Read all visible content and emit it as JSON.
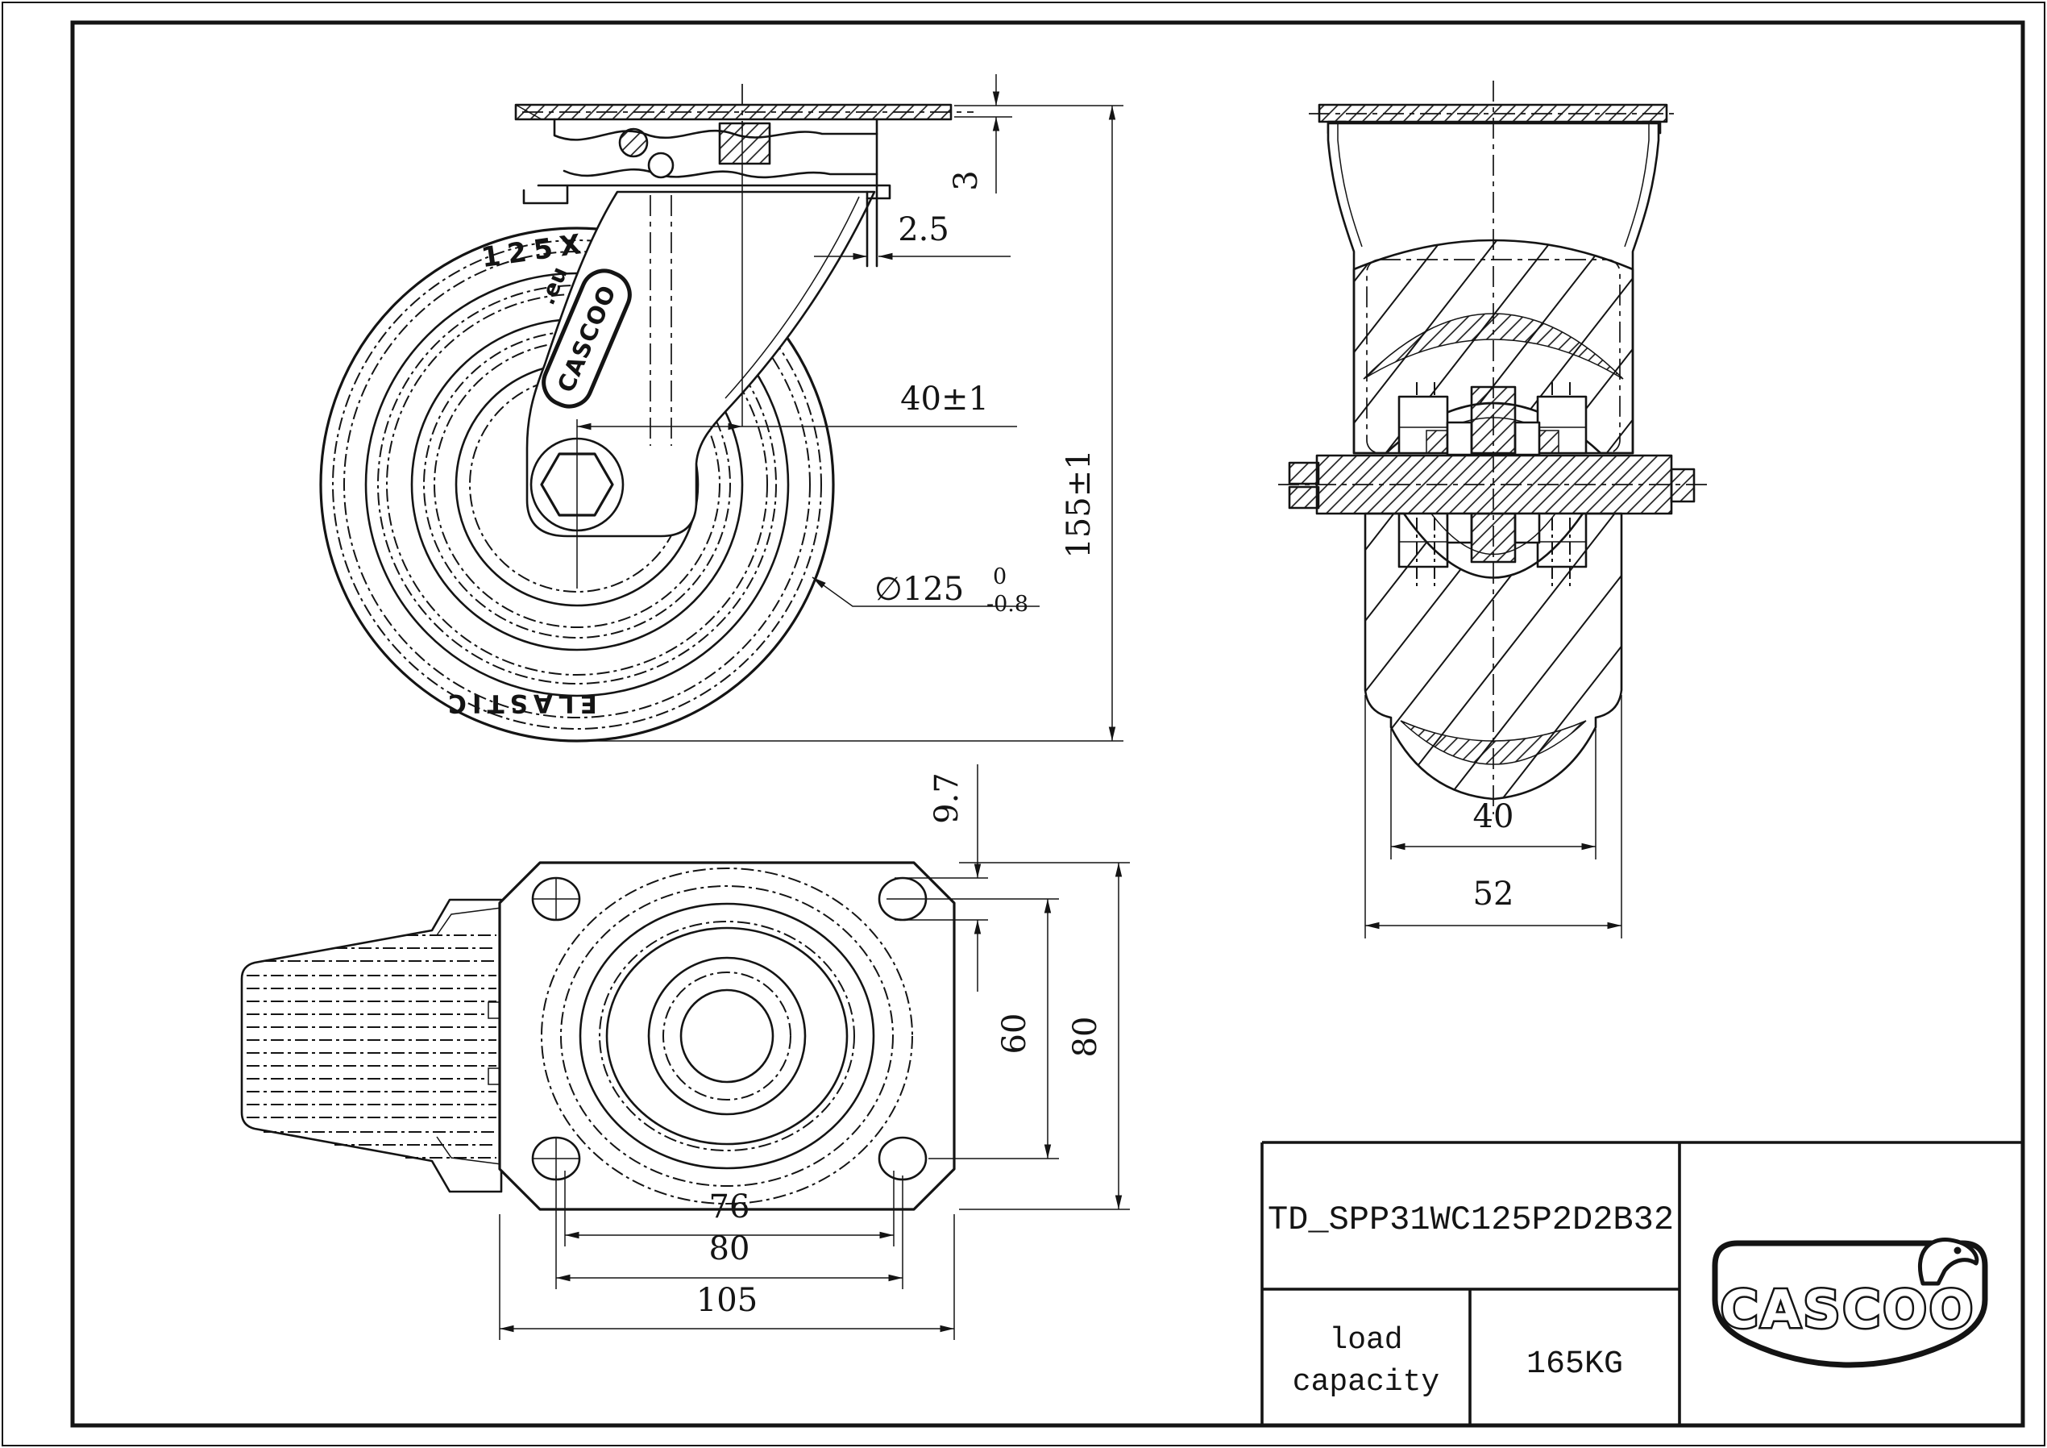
{
  "page": {
    "background": "#ffffff",
    "line_color": "#141414"
  },
  "side_view": {
    "dim_plate_thickness": "3",
    "dim_pad_offset": "2.5",
    "dim_swivel_offset": "40±1",
    "dim_overall_height": "155±1",
    "dim_wheel_diameter": "∅125",
    "dim_wheel_diameter_tol_upper": "0",
    "dim_wheel_diameter_tol_lower": "-0.8",
    "marking_wheel_size": "125X",
    "marking_domain": ".eu",
    "marking_brand": "CASCOO",
    "marking_material": "ELASTIC"
  },
  "front_view": {
    "dim_hub_width": "40",
    "dim_overall_width": "52"
  },
  "plate_view": {
    "dim_hole_height": "9.7",
    "dim_bolt_spacing_vertical": "60",
    "dim_plate_height": "80",
    "dim_bolt_spacing_inner": "76",
    "dim_bolt_spacing_horizontal": "80",
    "dim_plate_width": "105"
  },
  "title_block": {
    "part_number": "TD_SPP31WC125P2D2B32",
    "load_capacity_label_line1": "load",
    "load_capacity_label_line2": "capacity",
    "load_capacity_value": "165KG",
    "brand_logo_text": "CASCOO"
  }
}
